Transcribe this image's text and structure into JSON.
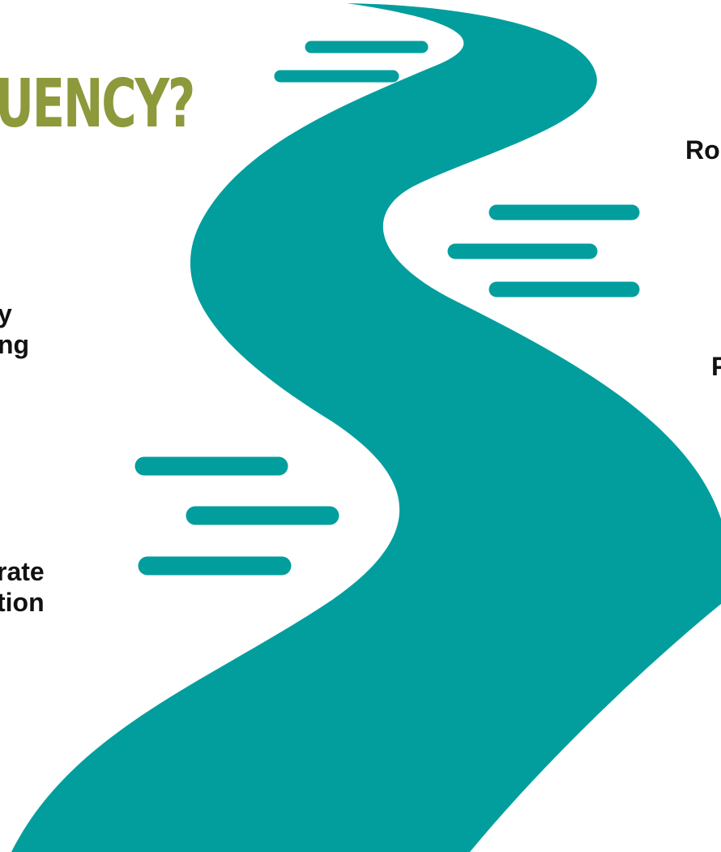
{
  "colors": {
    "river": "#029e9d",
    "headline": "#8d993b",
    "text": "#111111"
  },
  "headline": {
    "text": "UENCY?"
  },
  "left_labels": [
    {
      "lines": [
        "y",
        "ng"
      ]
    },
    {
      "lines": [
        "rate",
        "tion"
      ]
    }
  ],
  "right_labels": [
    {
      "lines": [
        "Ro"
      ]
    },
    {
      "lines": [
        "P"
      ]
    }
  ]
}
